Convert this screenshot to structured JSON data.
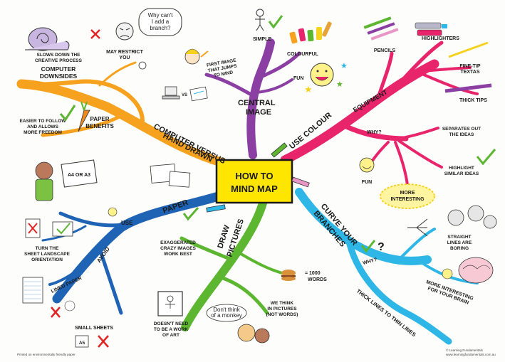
{
  "center": {
    "line1": "HOW TO",
    "line2": "MIND MAP"
  },
  "branches": {
    "computer": {
      "label_line1": "COMPUTER VERSUS",
      "label_line2": "HAND DRAWN"
    },
    "central_image": {
      "label_line1": "CENTRAL",
      "label_line2": "IMAGE"
    },
    "colour": {
      "label": "USE COLOUR"
    },
    "paper": {
      "label": "PAPER"
    },
    "pictures": {
      "label_line1": "DRAW",
      "label_line2": "PICTURES"
    },
    "curve": {
      "label_line1": "CURVE YOUR",
      "label_line2": "BRANCHES"
    }
  },
  "nodes": {
    "computer_downsides": [
      "COMPUTER",
      "DOWNSIDES"
    ],
    "slows_down": [
      "SLOWS DOWN THE",
      "CREATIVE PROCESS"
    ],
    "may_restrict": [
      "MAY RESTRICT",
      "YOU"
    ],
    "why_cant": [
      "Why can't",
      "I add a",
      "branch?"
    ],
    "paper_benefits": [
      "PAPER",
      "BENEFITS"
    ],
    "easier": [
      "EASIER TO FOLLOW",
      "AND ALLOWS",
      "MORE FREEDOM"
    ],
    "vs": "VS",
    "simple": "SIMPLE",
    "colourful": "COLOURFUL",
    "fun_central": "FUN",
    "first_image": [
      "FIRST IMAGE",
      "THAT JUMPS",
      "TO MIND"
    ],
    "equipment": "EQUIPMENT",
    "pencils": "PENCILS",
    "highlighters": "HIGHLIGHTERS",
    "fine_tip": [
      "FINE-TIP",
      "TEXTAS"
    ],
    "thick_tips": "THICK TIPS",
    "why_colour": "WHY?",
    "separates": [
      "SEPARATES OUT",
      "THE IDEAS"
    ],
    "highlight_similar": [
      "HIGHLIGHT",
      "SIMILAR IDEAS"
    ],
    "fun_colour": "FUN",
    "more_interesting": [
      "MORE",
      "INTERESTING"
    ],
    "a4_a3": "A4 OR A3",
    "use": "USE",
    "avoid": "AVOID",
    "landscape": [
      "TURN THE",
      "SHEET LANDSCAPE",
      "ORIENTATION"
    ],
    "lined_paper": "LINED PAPER",
    "small_sheets": "SMALL SHEETS",
    "a5": "A5",
    "exaggerated": [
      "EXAGGERATED",
      "CRAZY IMAGES",
      "WORK BEST"
    ],
    "thousand_words": [
      "= 1000",
      "WORDS"
    ],
    "doesnt_need": [
      "DOESN'T NEED",
      "TO BE A WORK",
      "OF ART"
    ],
    "monkey_bubble": [
      "Don't think",
      "of a monkey"
    ],
    "think_pictures": [
      "WE THINK",
      "IN PICTURES",
      "(NOT WORDS)"
    ],
    "why_curve": "WHY?",
    "straight_lines": [
      "STRAIGHT",
      "LINES ARE",
      "BORING"
    ],
    "more_interesting_brain": [
      "MORE INTERESTING",
      "FOR YOUR BRAIN"
    ],
    "thick_thin": "THICK LINES TO THIN LINES"
  },
  "footer": {
    "left": "Printed on environmentally friendly paper",
    "right_line1": "© Learning Fundamentals",
    "right_line2": "www.learningfundamentals.com.au"
  },
  "colors": {
    "orange": "#f6a21e",
    "purple": "#8b3fa3",
    "pink": "#e8246b",
    "blue": "#1f63b5",
    "green": "#5cb630",
    "cyan": "#2eb6e6",
    "center_fill": "#ffe600"
  }
}
